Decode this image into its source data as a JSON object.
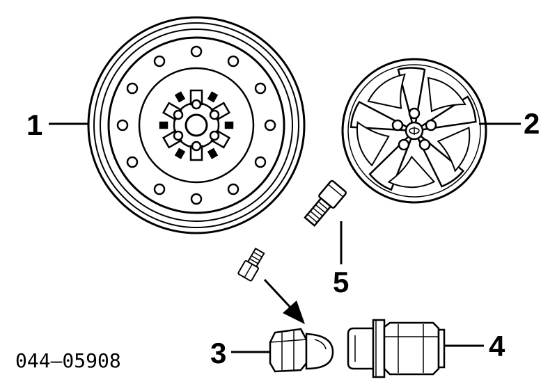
{
  "callouts": [
    {
      "id": "1",
      "label": "1"
    },
    {
      "id": "2",
      "label": "2"
    },
    {
      "id": "3",
      "label": "3"
    },
    {
      "id": "4",
      "label": "4"
    },
    {
      "id": "5",
      "label": "5"
    }
  ],
  "part_number": "044–05908"
}
